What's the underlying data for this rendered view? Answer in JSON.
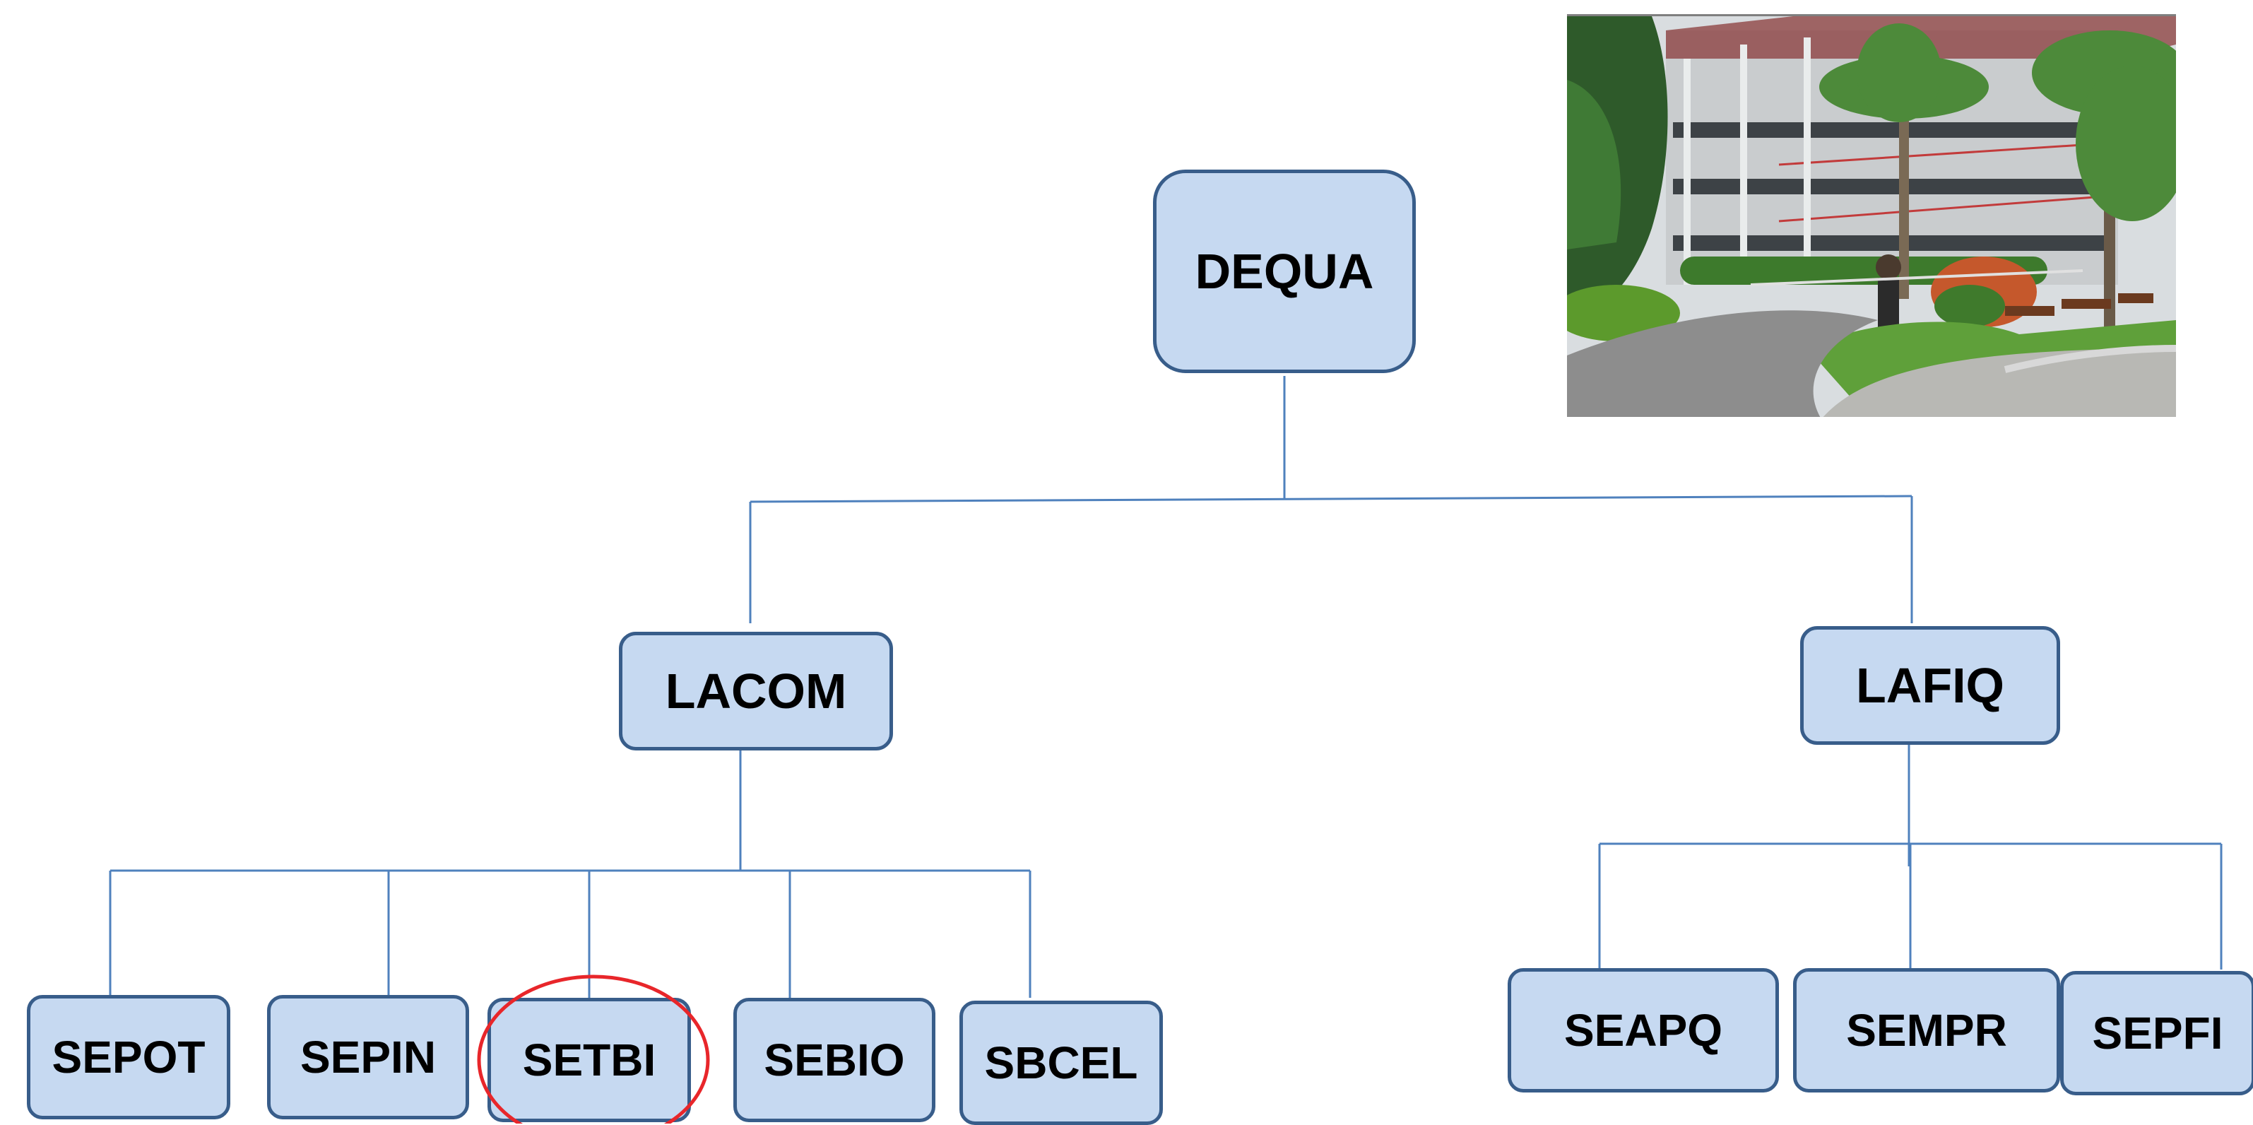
{
  "colors": {
    "box_fill": "#c6d9f1",
    "box_border": "#385d8a",
    "connector": "#4f81bd",
    "highlight": "#e8262a",
    "text": "#000000"
  },
  "nodes": {
    "root": "DEQUA",
    "lacom": "LACOM",
    "lafiq": "LAFIQ",
    "sepot": "SEPOT",
    "sepin": "SEPIN",
    "setbi": "SETBI",
    "sebio": "SEBIO",
    "sbcel": "SBCEL",
    "seapq": "SEAPQ",
    "sempr": "SEMPR",
    "sepfi": "SEPFI"
  },
  "highlighted_node": "SETBI",
  "photo": {
    "subject": "building-photo"
  }
}
